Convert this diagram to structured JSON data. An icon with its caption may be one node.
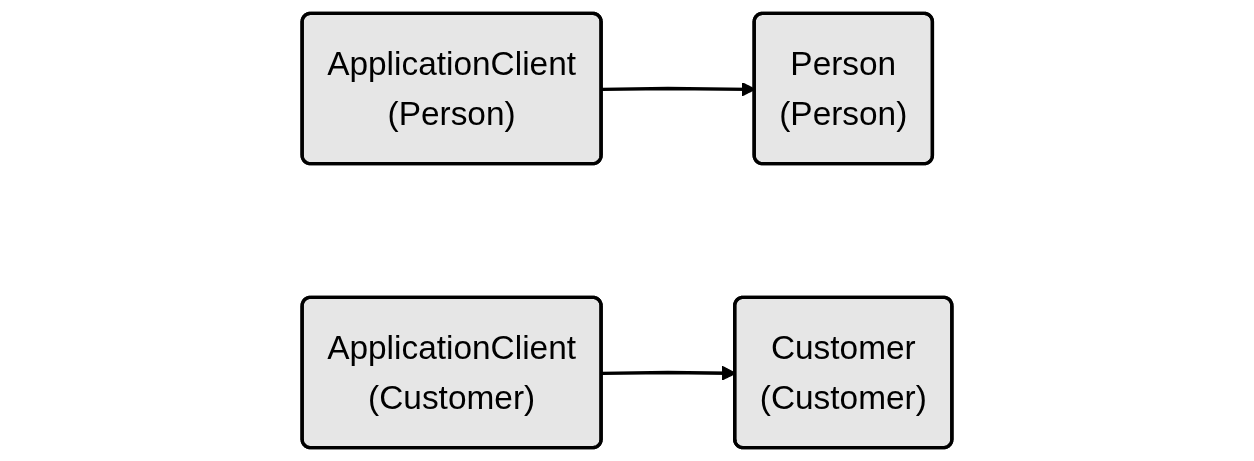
{
  "diagram": {
    "nodes": [
      {
        "text": [
          "ApplicationClient",
          "(Person)"
        ]
      },
      {
        "text": [
          "Person",
          "(Person)"
        ]
      },
      {
        "text": [
          "Customer",
          "(Customer)"
        ]
      },
      {
        "text": [
          "ApplicationClient",
          "(Customer)"
        ]
      }
    ],
    "edges": [
      {
        "from": 0,
        "to": 1,
        "arrow": "to"
      },
      {
        "from": 3,
        "to": 2,
        "arrow": "to"
      }
    ]
  }
}
